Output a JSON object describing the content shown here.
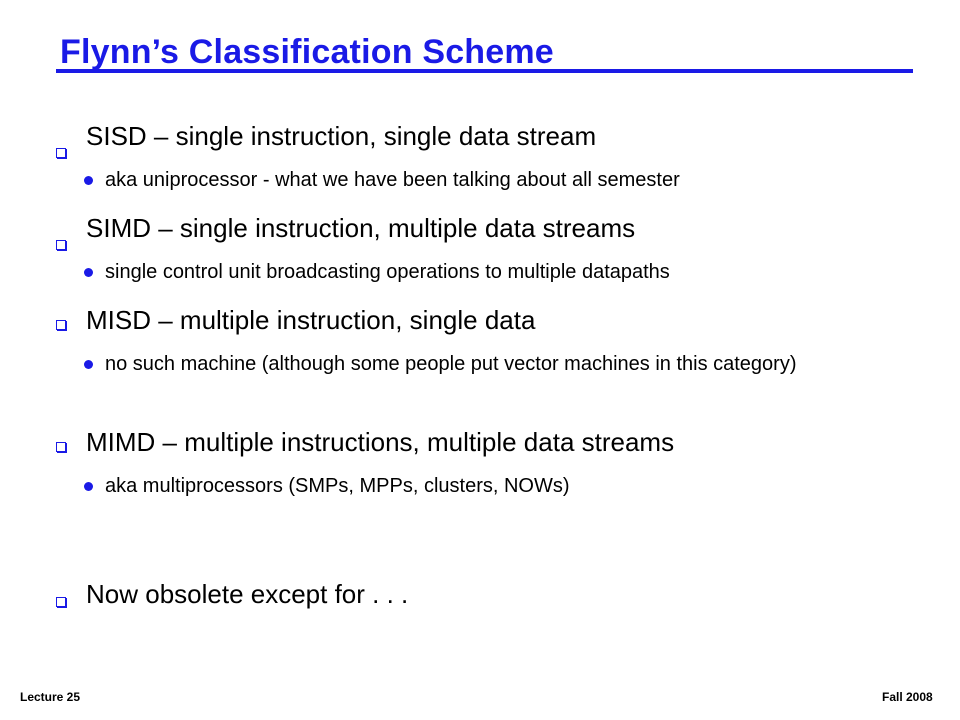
{
  "slide": {
    "title": "Flynn’s Classification Scheme",
    "items": [
      {
        "text": "SISD – single instruction, single data stream",
        "sub": "aka uniprocessor - what we have been talking about all semester"
      },
      {
        "text": "SIMD – single instruction, multiple data streams",
        "sub": "single control unit broadcasting operations to multiple datapaths"
      },
      {
        "text": "MISD – multiple instruction, single data",
        "sub": "no such machine (although some people put vector machines in this category)"
      },
      {
        "text": "MIMD – multiple instructions, multiple data streams",
        "sub": "aka multiprocessors (SMPs, MPPs, clusters, NOWs)"
      },
      {
        "text": "Now obsolete except for  . . ."
      }
    ]
  },
  "footer": {
    "left": "Lecture 25",
    "right": "Fall 2008"
  },
  "colors": {
    "accent": "#1a1ae6"
  }
}
